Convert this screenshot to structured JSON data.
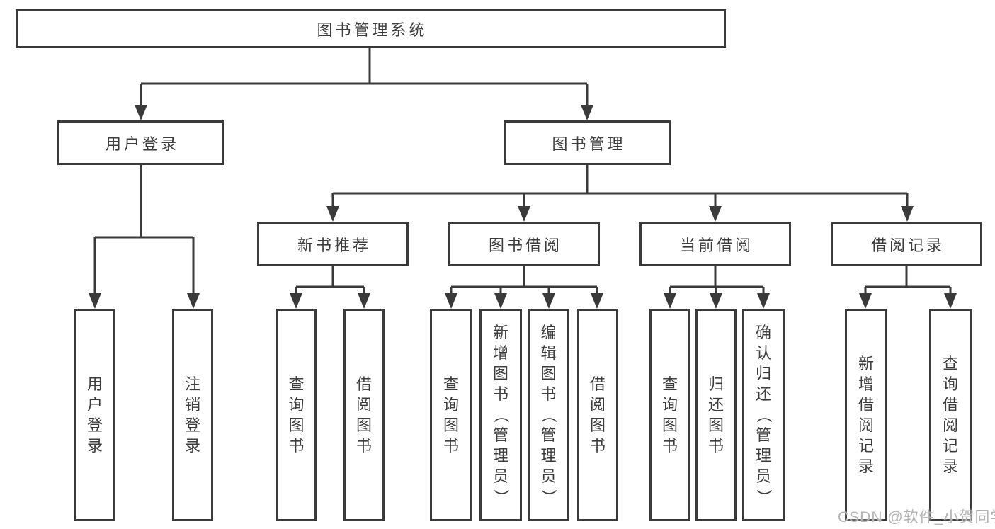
{
  "diagram": {
    "root": {
      "label": "图书管理系统"
    },
    "branches": [
      {
        "label": "用户登录",
        "children": [
          {
            "label": "用户登录"
          },
          {
            "label": "注销登录"
          }
        ]
      },
      {
        "label": "图书管理",
        "children": [
          {
            "label": "新书推荐",
            "children": [
              {
                "label": "查询图书"
              },
              {
                "label": "借阅图书"
              }
            ]
          },
          {
            "label": "图书借阅",
            "children": [
              {
                "label": "查询图书"
              },
              {
                "label": "新增图书（管理员）"
              },
              {
                "label": "编辑图书（管理员）"
              },
              {
                "label": "借阅图书"
              }
            ]
          },
          {
            "label": "当前借阅",
            "children": [
              {
                "label": "查询图书"
              },
              {
                "label": "归还图书"
              },
              {
                "label": "确认归还（管理员）"
              }
            ]
          },
          {
            "label": "借阅记录",
            "children": [
              {
                "label": "新增借阅记录"
              },
              {
                "label": "查询借阅记录"
              }
            ]
          }
        ]
      }
    ]
  },
  "watermark": {
    "text": "CSDN @软件_小贺同学"
  },
  "colors": {
    "line": "#3a3a3a",
    "text": "#3d3d3d",
    "background": "#ffffff",
    "watermark": "#b4b4b4"
  }
}
